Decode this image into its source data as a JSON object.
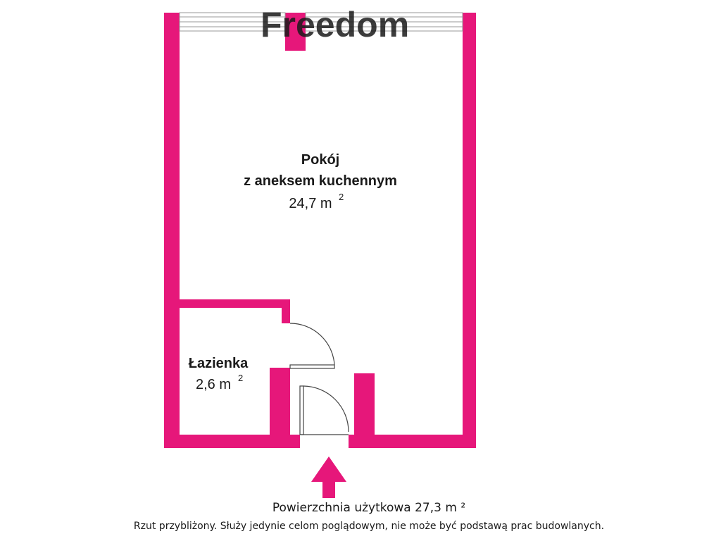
{
  "watermark": "Freedom",
  "rooms": [
    {
      "name": "Pokój",
      "subtitle": "z aneksem kuchennym",
      "area": "24,7 m",
      "unit_sup": "2"
    },
    {
      "name": "Łazienka",
      "area": "2,6 m",
      "unit_sup": "2"
    }
  ],
  "footer": {
    "total_area": "Powierzchnia użytkowa 27,3 m ²",
    "disclaimer": "Rzut przybliżony. Służy jedynie celom poglądowym, nie może być podstawą prac budowlanych."
  },
  "entrance": {
    "icon": "arrow-up-icon"
  },
  "colors": {
    "wall": "#E6177A",
    "arrow": "#E6177A",
    "text": "#1a1a1a",
    "door_line": "#444444"
  }
}
